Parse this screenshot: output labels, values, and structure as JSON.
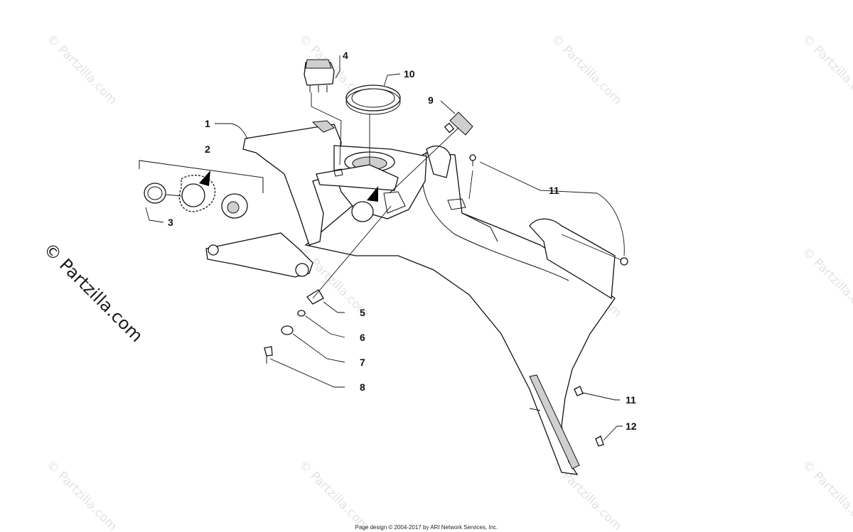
{
  "callouts": [
    "1",
    "2",
    "3",
    "4",
    "5",
    "6",
    "7",
    "8",
    "9",
    "10",
    "11",
    "11",
    "12"
  ],
  "watermark": {
    "text": "© Partzilla.com",
    "color": "#e3e3e3"
  },
  "footer": {
    "text": "Page design © 2004-2017 by ARI Network Services, Inc."
  },
  "icons": [
    "arrow-marker-icon"
  ]
}
